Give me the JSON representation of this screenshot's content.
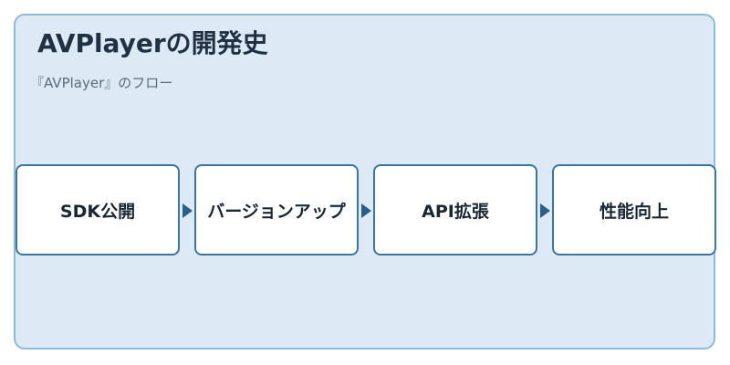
{
  "header": {
    "title": "AVPlayerの開発史",
    "subtitle": "『AVPlayer』のフロー"
  },
  "flow": {
    "steps": [
      {
        "label": "SDK公開"
      },
      {
        "label": "バージョンアップ"
      },
      {
        "label": "API拡張"
      },
      {
        "label": "性能向上"
      }
    ]
  },
  "colors": {
    "panel_background": "#ddeaf6",
    "panel_border": "#8fbad9",
    "step_border": "#3b75a2",
    "arrow": "#2a5f87"
  }
}
